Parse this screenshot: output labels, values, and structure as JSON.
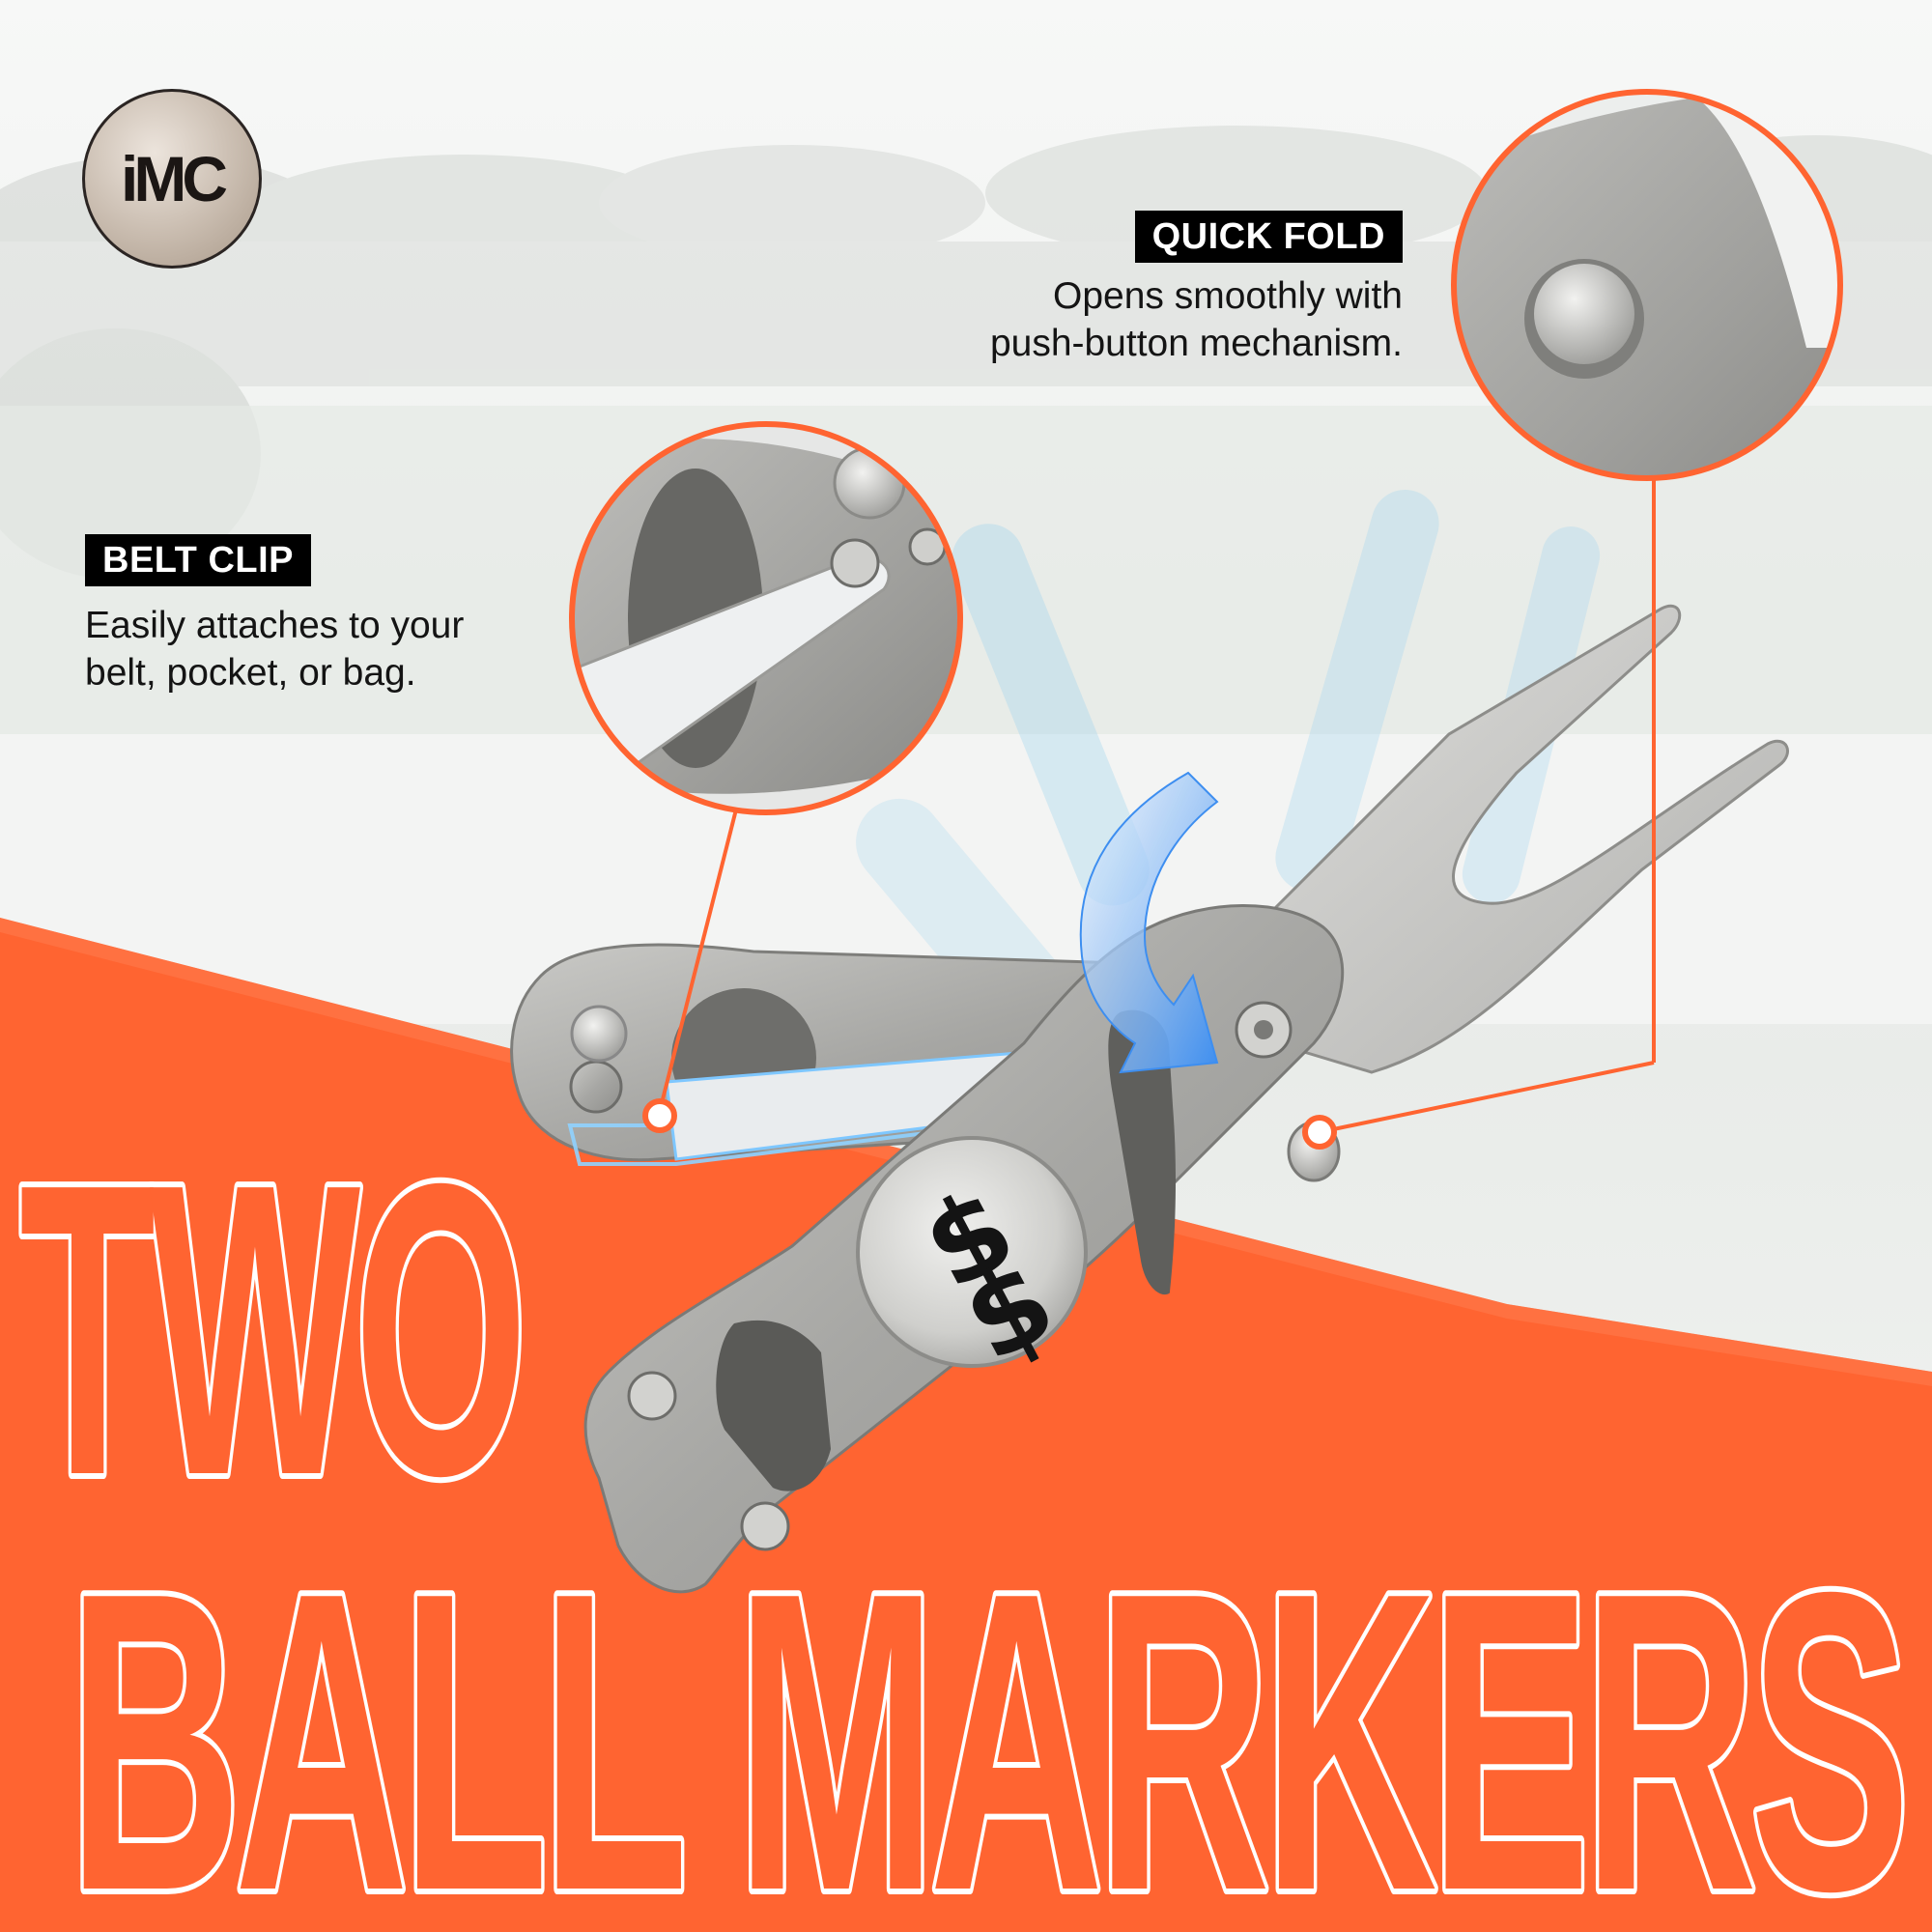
{
  "brand": {
    "logo_text": "iMC"
  },
  "callouts": {
    "quick_fold": {
      "title": "QUICK FOLD",
      "description_lines": [
        "Opens smoothly with",
        "push-button mechanism."
      ]
    },
    "belt_clip": {
      "title": "BELT CLIP",
      "description_lines": [
        "Easily attaches to your",
        "belt, pocket, or bag."
      ]
    }
  },
  "headline": {
    "line1": "TWO",
    "line2": "BALL MARKERS"
  },
  "marker": {
    "symbol": "$"
  },
  "colors": {
    "accent": "#FF6431",
    "headline_fill": "#FF6431",
    "headline_outline": "#FFFFFF",
    "callout_title_bg": "#000000",
    "callout_line": "#FF6431",
    "metal": "#A9A9A6",
    "arrow": "#5AA6F5"
  },
  "icons": [
    "logo-icon",
    "curved-arrow-icon",
    "screw-icon",
    "magnet-icon"
  ]
}
